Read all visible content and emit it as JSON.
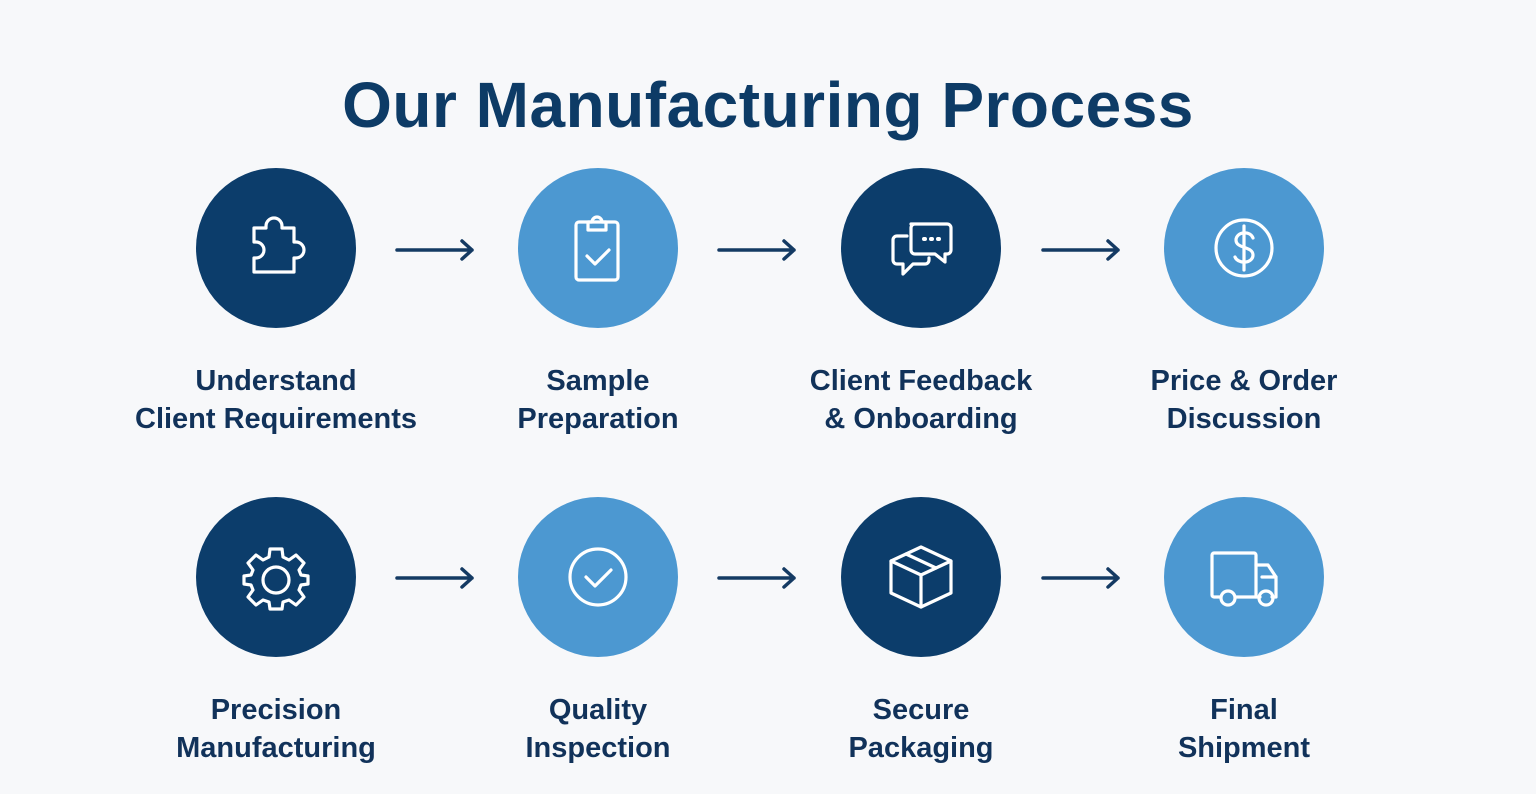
{
  "title": "Our Manufacturing Process",
  "colors": {
    "dark_circle": "#0c3d6b",
    "light_circle": "#4c98d1",
    "text": "#11325a",
    "background": "#f7f8fa"
  },
  "steps": [
    {
      "line1": "Understand",
      "line2": "Client Requirements",
      "icon": "puzzle-icon",
      "tone": "dark"
    },
    {
      "line1": "Sample",
      "line2": "Preparation",
      "icon": "clipboard-check-icon",
      "tone": "light"
    },
    {
      "line1": "Client Feedback",
      "line2": "& Onboarding",
      "icon": "chat-bubbles-icon",
      "tone": "dark"
    },
    {
      "line1": "Price & Order",
      "line2": "Discussion",
      "icon": "dollar-coin-icon",
      "tone": "light"
    },
    {
      "line1": "Precision",
      "line2": "Manufacturing",
      "icon": "gear-icon",
      "tone": "dark"
    },
    {
      "line1": "Quality",
      "line2": "Inspection",
      "icon": "check-circle-icon",
      "tone": "light"
    },
    {
      "line1": "Secure",
      "line2": "Packaging",
      "icon": "box-icon",
      "tone": "dark"
    },
    {
      "line1": "Final",
      "line2": "Shipment",
      "icon": "truck-icon",
      "tone": "light"
    }
  ],
  "arrows": [
    "arrow-right-icon",
    "arrow-right-icon",
    "arrow-right-icon",
    "arrow-right-icon",
    "arrow-right-icon",
    "arrow-right-icon"
  ]
}
